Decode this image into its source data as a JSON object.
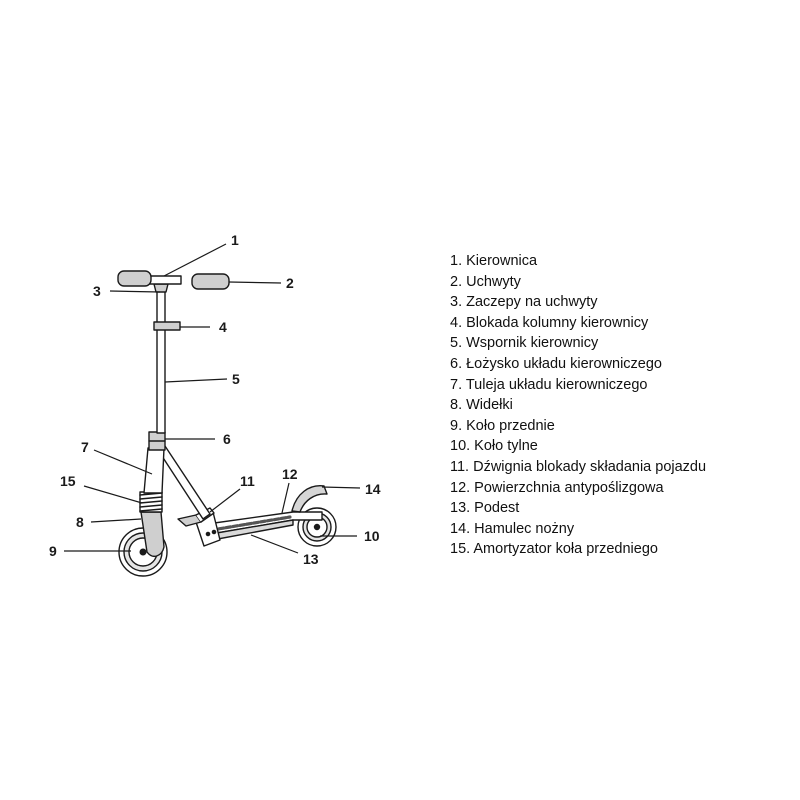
{
  "callouts": [
    "1",
    "2",
    "3",
    "4",
    "5",
    "6",
    "7",
    "8",
    "9",
    "10",
    "11",
    "12",
    "13",
    "14",
    "15"
  ],
  "legend": {
    "items": [
      "1. Kierownica",
      "2. Uchwyty",
      "3. Zaczepy na uchwyty",
      "4. Blokada kolumny kierownicy",
      "5. Wspornik kierownicy",
      "6. Łożysko układu kierowniczego",
      "7. Tuleja układu kierowniczego",
      "8. Widełki",
      "9. Koło przednie",
      "10. Koło tylne",
      "11. Dźwignia blokady składania pojazdu",
      "12. Powierzchnia antypoślizgowa",
      "13. Podest",
      "14. Hamulec nożny",
      "15. Amortyzator koła przedniego"
    ]
  },
  "colors": {
    "stroke": "#1a1a1a",
    "fill": "#ffffff",
    "shade": "#cfcfcf",
    "text": "#111111"
  }
}
